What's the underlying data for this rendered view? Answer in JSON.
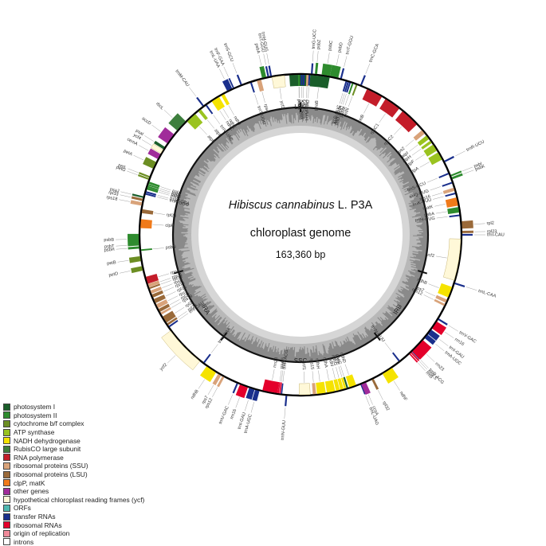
{
  "title": {
    "species": "Hibiscus cannabinus",
    "strain": " L. P3A",
    "subtitle": "chloroplast genome",
    "size": "163,360 bp"
  },
  "regions": {
    "lsc": "LSC",
    "irb": "IRB",
    "ssc": "SSC",
    "ira": "IRA"
  },
  "colors": {
    "psi": "#1a5e2a",
    "psii": "#2e8b2e",
    "cytb6f": "#6c8e23",
    "atp": "#9ac320",
    "ndh": "#f5e300",
    "rbcl": "#3e7f3e",
    "rnap": "#c41d2a",
    "ssu": "#d9a37a",
    "lsu": "#9a6a3a",
    "clpp": "#f07a1a",
    "other": "#a02c9a",
    "ycf": "#fff8d8",
    "orf": "#50b8b0",
    "trna": "#1a2f8c",
    "rrna": "#e4002b",
    "ori": "#f08a9a",
    "intron": "#ffffff"
  },
  "legend": [
    {
      "label": "photosystem I",
      "key": "psi"
    },
    {
      "label": "photosystem II",
      "key": "psii"
    },
    {
      "label": "cytochrome b/f complex",
      "key": "cytb6f"
    },
    {
      "label": "ATP synthase",
      "key": "atp"
    },
    {
      "label": "NADH dehydrogenase",
      "key": "ndh"
    },
    {
      "label": "RubisCO large subunit",
      "key": "rbcl"
    },
    {
      "label": "RNA polymerase",
      "key": "rnap"
    },
    {
      "label": "ribosomal proteins (SSU)",
      "key": "ssu"
    },
    {
      "label": "ribosomal proteins (LSU)",
      "key": "lsu"
    },
    {
      "label": "clpP, matK",
      "key": "clpp"
    },
    {
      "label": "other genes",
      "key": "other"
    },
    {
      "label": "hypothetical chloroplast reading frames (ycf)",
      "key": "ycf"
    },
    {
      "label": "ORFs",
      "key": "orf"
    },
    {
      "label": "transfer RNAs",
      "key": "trna"
    },
    {
      "label": "ribosomal RNAs",
      "key": "rrna"
    },
    {
      "label": "origin of replication",
      "key": "ori"
    },
    {
      "label": "introns",
      "key": "intron"
    }
  ],
  "genes": [
    {
      "name": "trnT-GGU",
      "a": 348.5,
      "w": 0.6,
      "out": true,
      "key": "trna"
    },
    {
      "name": "trnH-GUG",
      "a": 349.5,
      "w": 0.6,
      "out": true,
      "key": "trna"
    },
    {
      "name": "psbA",
      "a": 347.0,
      "w": 1.5,
      "out": true,
      "key": "psii"
    },
    {
      "name": "trnS-GCU",
      "a": 338.5,
      "w": 0.6,
      "out": true,
      "key": "trna"
    },
    {
      "name": "trnL-UAA",
      "a": 334.0,
      "w": 2.0,
      "out": true,
      "key": "trna"
    },
    {
      "name": "trnF-GAA",
      "a": 335.5,
      "w": 0.5,
      "out": true,
      "key": "trna"
    },
    {
      "name": "ycf3",
      "a": 352.0,
      "w": 4.5,
      "out": false,
      "key": "ycf"
    },
    {
      "name": "psaA",
      "a": 359.5,
      "w": 7.0,
      "out": false,
      "key": "psi"
    },
    {
      "name": "psaB",
      "a": 7.0,
      "w": 7.0,
      "out": false,
      "key": "psi"
    },
    {
      "name": "rps4",
      "a": 345.0,
      "w": 1.6,
      "out": false,
      "key": "ssu"
    },
    {
      "name": "trnT-UGU",
      "a": 342.0,
      "w": 0.6,
      "out": false,
      "key": "trna"
    },
    {
      "name": "ndhJ",
      "a": 331.0,
      "w": 1.2,
      "out": false,
      "key": "ndh"
    },
    {
      "name": "ndhK",
      "a": 328.5,
      "w": 2.0,
      "out": false,
      "key": "ndh"
    },
    {
      "name": "ndhC",
      "a": 327.0,
      "w": 1.2,
      "out": false,
      "key": "ndh"
    },
    {
      "name": "trnV-UAC",
      "a": 324.0,
      "w": 0.6,
      "out": false,
      "key": "trna"
    },
    {
      "name": "trnM-CAU",
      "a": 323.0,
      "w": 0.6,
      "out": true,
      "key": "trna"
    },
    {
      "name": "atpE",
      "a": 321.0,
      "w": 1.2,
      "out": false,
      "key": "atp"
    },
    {
      "name": "atpB",
      "a": 317.0,
      "w": 4.0,
      "out": false,
      "key": "atp"
    },
    {
      "name": "rbcL",
      "a": 312.5,
      "w": 4.5,
      "out": true,
      "key": "rbcl"
    },
    {
      "name": "accD",
      "a": 306.5,
      "w": 4.0,
      "out": true,
      "key": "other"
    },
    {
      "name": "psaI",
      "a": 302.5,
      "w": 1.0,
      "out": true,
      "key": "psi"
    },
    {
      "name": "ycf4",
      "a": 301.0,
      "w": 1.5,
      "out": true,
      "key": "ycf"
    },
    {
      "name": "cemA",
      "a": 299.0,
      "w": 2.0,
      "out": true,
      "key": "other"
    },
    {
      "name": "petA",
      "a": 295.5,
      "w": 2.6,
      "out": true,
      "key": "cytb6f"
    },
    {
      "name": "petL",
      "a": 291.0,
      "w": 0.6,
      "out": true,
      "key": "cytb6f"
    },
    {
      "name": "petG",
      "a": 290.2,
      "w": 0.6,
      "out": true,
      "key": "cytb6f"
    },
    {
      "name": "psbJ",
      "a": 289.0,
      "w": 0.8,
      "out": false,
      "key": "psii"
    },
    {
      "name": "psbL",
      "a": 288.2,
      "w": 0.6,
      "out": false,
      "key": "psii"
    },
    {
      "name": "psbF",
      "a": 287.5,
      "w": 0.6,
      "out": false,
      "key": "psii"
    },
    {
      "name": "psbE",
      "a": 286.8,
      "w": 0.8,
      "out": false,
      "key": "psii"
    },
    {
      "name": "trnW-CCA",
      "a": 285.5,
      "w": 0.6,
      "out": false,
      "key": "trna"
    },
    {
      "name": "trnP-UGG",
      "a": 284.8,
      "w": 0.6,
      "out": false,
      "key": "trna"
    },
    {
      "name": "psaJ",
      "a": 283.5,
      "w": 0.6,
      "out": true,
      "key": "psi"
    },
    {
      "name": "rpl33",
      "a": 282.5,
      "w": 0.8,
      "out": true,
      "key": "lsu"
    },
    {
      "name": "rps18",
      "a": 281.0,
      "w": 1.2,
      "out": true,
      "key": "ssu"
    },
    {
      "name": "rpl20",
      "a": 278.5,
      "w": 1.4,
      "out": false,
      "key": "lsu"
    },
    {
      "name": "clpP",
      "a": 274.0,
      "w": 3.2,
      "out": false,
      "key": "clpp"
    },
    {
      "name": "psbB",
      "a": 268.5,
      "w": 3.6,
      "out": true,
      "key": "psii"
    },
    {
      "name": "psbT",
      "a": 266.5,
      "w": 0.6,
      "out": true,
      "key": "psii"
    },
    {
      "name": "psbH",
      "a": 265.5,
      "w": 0.8,
      "out": true,
      "key": "psii"
    },
    {
      "name": "psbN",
      "a": 264.5,
      "w": 0.6,
      "out": false,
      "key": "psii"
    },
    {
      "name": "petB",
      "a": 261.5,
      "w": 1.8,
      "out": true,
      "key": "cytb6f"
    },
    {
      "name": "petD",
      "a": 258.0,
      "w": 1.6,
      "out": true,
      "key": "cytb6f"
    },
    {
      "name": "rpoA",
      "a": 253.5,
      "w": 2.6,
      "out": false,
      "key": "rnap"
    },
    {
      "name": "rps11",
      "a": 251.5,
      "w": 1.2,
      "out": false,
      "key": "ssu"
    },
    {
      "name": "rpl36",
      "a": 250.5,
      "w": 0.6,
      "out": false,
      "key": "lsu"
    },
    {
      "name": "rps8",
      "a": 249.0,
      "w": 1.2,
      "out": false,
      "key": "ssu"
    },
    {
      "name": "rpl14",
      "a": 247.5,
      "w": 1.2,
      "out": false,
      "key": "lsu"
    },
    {
      "name": "rpl16",
      "a": 245.5,
      "w": 1.6,
      "out": false,
      "key": "lsu"
    },
    {
      "name": "rps3",
      "a": 243.5,
      "w": 1.6,
      "out": false,
      "key": "ssu"
    },
    {
      "name": "rpl22",
      "a": 241.8,
      "w": 1.2,
      "out": false,
      "key": "lsu"
    },
    {
      "name": "rps19",
      "a": 240.5,
      "w": 0.8,
      "out": false,
      "key": "ssu"
    },
    {
      "name": "rpl2",
      "a": 238.0,
      "w": 2.6,
      "out": false,
      "key": "lsu"
    },
    {
      "name": "rpl23",
      "a": 236.0,
      "w": 0.8,
      "out": false,
      "key": "lsu"
    },
    {
      "name": "trnI-CAU",
      "a": 235.0,
      "w": 0.6,
      "out": false,
      "key": "trna"
    },
    {
      "name": "ycf2",
      "a": 226.0,
      "w": 15.0,
      "out": true,
      "key": "ycf"
    },
    {
      "name": "trnL-CAA",
      "a": 217.0,
      "w": 0.6,
      "out": false,
      "key": "trna"
    },
    {
      "name": "ndhB",
      "a": 213.5,
      "w": 4.0,
      "out": true,
      "key": "ndh"
    },
    {
      "name": "rps7",
      "a": 210.0,
      "w": 1.2,
      "out": true,
      "key": "ssu"
    },
    {
      "name": "rps12",
      "a": 208.5,
      "w": 0.8,
      "out": true,
      "key": "ssu"
    },
    {
      "name": "trnV-GAC",
      "a": 203.0,
      "w": 0.6,
      "out": true,
      "key": "trna"
    },
    {
      "name": "rrn16",
      "a": 200.5,
      "w": 3.0,
      "out": true,
      "key": "rrna"
    },
    {
      "name": "trnI-GAU",
      "a": 197.5,
      "w": 2.0,
      "out": true,
      "key": "trna"
    },
    {
      "name": "trnA-UGC",
      "a": 195.5,
      "w": 1.6,
      "out": true,
      "key": "trna"
    },
    {
      "name": "rrn23",
      "a": 191.0,
      "w": 5.5,
      "out": false,
      "key": "rrna"
    },
    {
      "name": "rrn4.5",
      "a": 188.0,
      "w": 0.5,
      "out": false,
      "key": "rrna"
    },
    {
      "name": "rrn5",
      "a": 187.4,
      "w": 0.5,
      "out": false,
      "key": "rrna"
    },
    {
      "name": "trnR-ACG",
      "a": 186.8,
      "w": 0.5,
      "out": false,
      "key": "trna"
    },
    {
      "name": "trnN-GUU",
      "a": 185.0,
      "w": 0.6,
      "out": true,
      "key": "trna"
    },
    {
      "name": "ycf1",
      "a": 178.5,
      "w": 4.0,
      "out": false,
      "key": "ycf"
    },
    {
      "name": "rps15",
      "a": 175.0,
      "w": 1.2,
      "out": false,
      "key": "ssu"
    },
    {
      "name": "ndhH",
      "a": 172.5,
      "w": 3.2,
      "out": false,
      "key": "ndh"
    },
    {
      "name": "ndhA",
      "a": 169.0,
      "w": 3.0,
      "out": false,
      "key": "ndh"
    },
    {
      "name": "ndhI",
      "a": 166.5,
      "w": 1.4,
      "out": false,
      "key": "ndh"
    },
    {
      "name": "ndhG",
      "a": 165.0,
      "w": 1.2,
      "out": false,
      "key": "ndh"
    },
    {
      "name": "ndhE",
      "a": 163.8,
      "w": 0.8,
      "out": false,
      "key": "ndh"
    },
    {
      "name": "psaC",
      "a": 163.0,
      "w": 0.6,
      "out": false,
      "key": "psi"
    },
    {
      "name": "ndhD",
      "a": 161.0,
      "w": 2.6,
      "out": false,
      "key": "ndh"
    },
    {
      "name": "trnL-UAG",
      "a": 158.0,
      "w": 0.5,
      "out": true,
      "key": "trna"
    },
    {
      "name": "ccsA",
      "a": 157.0,
      "w": 1.8,
      "out": true,
      "key": "other"
    },
    {
      "name": "rpl32",
      "a": 153.5,
      "w": 0.8,
      "out": true,
      "key": "lsu"
    },
    {
      "name": "ndhF",
      "a": 147.5,
      "w": 4.0,
      "out": true,
      "key": "ndh"
    },
    {
      "name": "trnN-GUU",
      "a": 142.0,
      "w": 0.6,
      "out": false,
      "key": "trna"
    },
    {
      "name": "rrn5",
      "a": 137.5,
      "w": 0.5,
      "out": true,
      "key": "rrna"
    },
    {
      "name": "rrn4.5",
      "a": 136.8,
      "w": 0.5,
      "out": true,
      "key": "rrna"
    },
    {
      "name": "trnR-ACG",
      "a": 136.2,
      "w": 0.5,
      "out": true,
      "key": "trna"
    },
    {
      "name": "rrn23",
      "a": 133.5,
      "w": 5.5,
      "out": true,
      "key": "rrna"
    },
    {
      "name": "trnA-UGC",
      "a": 129.0,
      "w": 1.6,
      "out": true,
      "key": "trna"
    },
    {
      "name": "trnI-GAU",
      "a": 127.0,
      "w": 2.0,
      "out": true,
      "key": "trna"
    },
    {
      "name": "rrn16",
      "a": 124.0,
      "w": 3.0,
      "out": true,
      "key": "rrna"
    },
    {
      "name": "trnV-GAC",
      "a": 121.5,
      "w": 0.6,
      "out": true,
      "key": "trna"
    },
    {
      "name": "rps12",
      "a": 116.0,
      "w": 0.8,
      "out": false,
      "key": "ssu"
    },
    {
      "name": "rps7",
      "a": 114.5,
      "w": 1.2,
      "out": false,
      "key": "ssu"
    },
    {
      "name": "ndhB",
      "a": 111.0,
      "w": 4.0,
      "out": false,
      "key": "ndh"
    },
    {
      "name": "trnL-CAA",
      "a": 107.5,
      "w": 0.6,
      "out": true,
      "key": "trna"
    },
    {
      "name": "ycf2",
      "a": 99.0,
      "w": 15.0,
      "out": false,
      "key": "ycf"
    },
    {
      "name": "trnI-CAU",
      "a": 90.0,
      "w": 0.6,
      "out": true,
      "key": "trna"
    },
    {
      "name": "rpl23",
      "a": 89.0,
      "w": 0.8,
      "out": true,
      "key": "lsu"
    },
    {
      "name": "rpl2",
      "a": 86.5,
      "w": 2.6,
      "out": true,
      "key": "lsu"
    },
    {
      "name": "trnH-GUG",
      "a": 83.0,
      "w": 0.6,
      "out": false,
      "key": "trna"
    },
    {
      "name": "psbA",
      "a": 81.0,
      "w": 2.0,
      "out": false,
      "key": "psii"
    },
    {
      "name": "matK",
      "a": 78.0,
      "w": 3.0,
      "out": false,
      "key": "clpp"
    },
    {
      "name": "trnK-UUU",
      "a": 75.0,
      "w": 0.6,
      "out": false,
      "key": "trna"
    },
    {
      "name": "rps16",
      "a": 73.5,
      "w": 1.2,
      "out": false,
      "key": "ssu"
    },
    {
      "name": "trnQ-UUG",
      "a": 71.0,
      "w": 0.6,
      "out": false,
      "key": "trna"
    },
    {
      "name": "psbK",
      "a": 69.5,
      "w": 0.8,
      "out": true,
      "key": "psii"
    },
    {
      "name": "psbI",
      "a": 68.5,
      "w": 0.6,
      "out": true,
      "key": "psii"
    },
    {
      "name": "trnS-GCU",
      "a": 67.5,
      "w": 0.6,
      "out": false,
      "key": "trna"
    },
    {
      "name": "trnR-UCU",
      "a": 63.0,
      "w": 0.6,
      "out": true,
      "key": "trna"
    },
    {
      "name": "atpA",
      "a": 60.5,
      "w": 3.0,
      "out": false,
      "key": "atp"
    },
    {
      "name": "atpF",
      "a": 57.0,
      "w": 2.6,
      "out": false,
      "key": "atp"
    },
    {
      "name": "atpH",
      "a": 54.5,
      "w": 1.0,
      "out": false,
      "key": "atp"
    },
    {
      "name": "atpI",
      "a": 52.5,
      "w": 1.6,
      "out": false,
      "key": "atp"
    },
    {
      "name": "rps2",
      "a": 50.0,
      "w": 1.6,
      "out": false,
      "key": "ssu"
    },
    {
      "name": "rpoC2",
      "a": 43.0,
      "w": 7.0,
      "out": false,
      "key": "rnap"
    },
    {
      "name": "rpoC1",
      "a": 35.0,
      "w": 6.0,
      "out": false,
      "key": "rnap"
    },
    {
      "name": "rpoB",
      "a": 27.5,
      "w": 6.0,
      "out": false,
      "key": "rnap"
    },
    {
      "name": "trnC-GCA",
      "a": 22.0,
      "w": 0.6,
      "out": true,
      "key": "trna"
    },
    {
      "name": "petN",
      "a": 20.5,
      "w": 0.6,
      "out": false,
      "key": "cytb6f"
    },
    {
      "name": "psbM",
      "a": 19.0,
      "w": 0.6,
      "out": false,
      "key": "psii"
    },
    {
      "name": "trnD-GUC",
      "a": 18.0,
      "w": 0.6,
      "out": false,
      "key": "trna"
    },
    {
      "name": "trnY-GUA",
      "a": 17.3,
      "w": 0.6,
      "out": false,
      "key": "trna"
    },
    {
      "name": "trnE-UUC",
      "a": 16.6,
      "w": 0.6,
      "out": false,
      "key": "trna"
    },
    {
      "name": "trnT-GGU",
      "a": 14.5,
      "w": 0.6,
      "out": true,
      "key": "trna"
    },
    {
      "name": "psbD",
      "a": 12.0,
      "w": 3.0,
      "out": true,
      "key": "psii"
    },
    {
      "name": "psbC",
      "a": 9.0,
      "w": 3.0,
      "out": true,
      "key": "psii"
    },
    {
      "name": "psbZ",
      "a": 5.5,
      "w": 0.8,
      "out": true,
      "key": "psii"
    },
    {
      "name": "trnG-UCC",
      "a": 4.0,
      "w": 0.6,
      "out": true,
      "key": "trna"
    },
    {
      "name": "trnfM-CAU",
      "a": 3.2,
      "w": 0.6,
      "out": false,
      "key": "trna"
    },
    {
      "name": "rps14",
      "a": 2.5,
      "w": 0.8,
      "out": false,
      "key": "ssu"
    },
    {
      "name": "trnS-UGA",
      "a": 1.2,
      "w": 0.6,
      "out": false,
      "key": "trna"
    },
    {
      "name": "trnG-GCC",
      "a": 0.4,
      "w": 0.6,
      "out": false,
      "key": "trna"
    },
    {
      "name": "psbZ",
      "a": 359.4,
      "w": 0.6,
      "out": false,
      "key": "psii"
    }
  ]
}
